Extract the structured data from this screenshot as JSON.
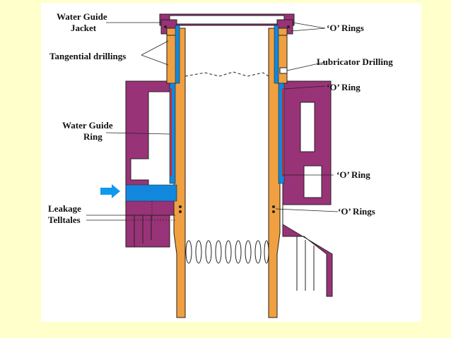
{
  "labels": {
    "water_guide_jacket_1": "Water Guide",
    "water_guide_jacket_2": "Jacket",
    "o_rings_top": "‘O’ Rings",
    "tangential_drillings": "Tangential drillings",
    "lubricator_drilling": "Lubricator Drilling",
    "o_ring_upper": "‘O’ Ring",
    "water_guide_ring_1": "Water Guide",
    "water_guide_ring_2": "Ring",
    "o_ring_lower": "‘O’ Ring",
    "leakage_telltales_1": "Leakage",
    "leakage_telltales_2": "Telltales",
    "o_rings_bottom": "‘O’ Rings"
  },
  "colors": {
    "background": "#ffffcc",
    "panel": "#ffffff",
    "liner": "#f0a040",
    "block": "#993377",
    "cooling_water": "#1188dd",
    "seal": "#dd2222",
    "arrow": "#1199ee",
    "outline": "#222222"
  },
  "icons": {
    "water_inlet": "arrow-right-icon"
  }
}
